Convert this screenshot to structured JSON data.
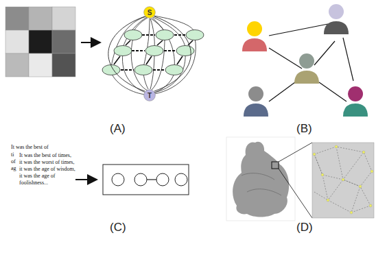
{
  "diagram": {
    "nodes": [
      {
        "text": [
          "S"
        ]
      },
      {
        "text": [
          "T"
        ]
      }
    ],
    "edges": [
      {
        "from": 0,
        "to": 1,
        "arrow": "none"
      },
      {
        "from": 0,
        "to": 1,
        "arrow": "none"
      }
    ],
    "labels": [
      "(A)",
      "(B)",
      "(C)",
      "(D)",
      "It was the best of",
      "ti",
      "of",
      "ag",
      "It was the best of times, it was the worst of times, it was the age of wisdom, it was the age of foolishness..."
    ]
  }
}
